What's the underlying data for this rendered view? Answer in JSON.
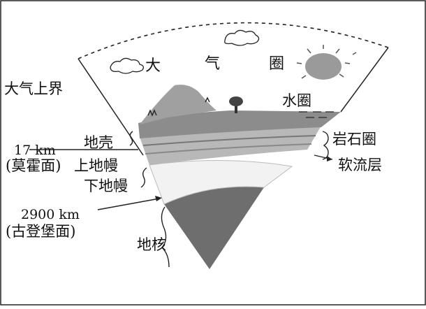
{
  "labels": {
    "atmosphere_char_1": "大",
    "atmosphere_char_2": "气",
    "atmosphere_char_3": "圈",
    "upper_atmosphere_boundary": "大气上界",
    "hydrosphere": "水圈",
    "crust": "地壳",
    "depth_moho": "17 km",
    "moho_discontinuity": "(莫霍面)",
    "upper_mantle": "上地幔",
    "lower_mantle": "下地幔",
    "depth_gutenberg": "2900 km",
    "gutenberg_discontinuity": "(古登堡面)",
    "core": "地核",
    "lithosphere": "岩石圈",
    "asthenosphere": "软流层"
  },
  "colors": {
    "sun": "#9a9a9a",
    "crust_top": "#8c8c8c",
    "upper_mantle": "#b8b8b8",
    "lower_mantle": "#f2f2f2",
    "core": "#6e6e6e",
    "line": "#111111"
  },
  "icons": [
    "sun-icon",
    "cloud-icon",
    "tree-icon",
    "grass-icon",
    "water-icon"
  ]
}
